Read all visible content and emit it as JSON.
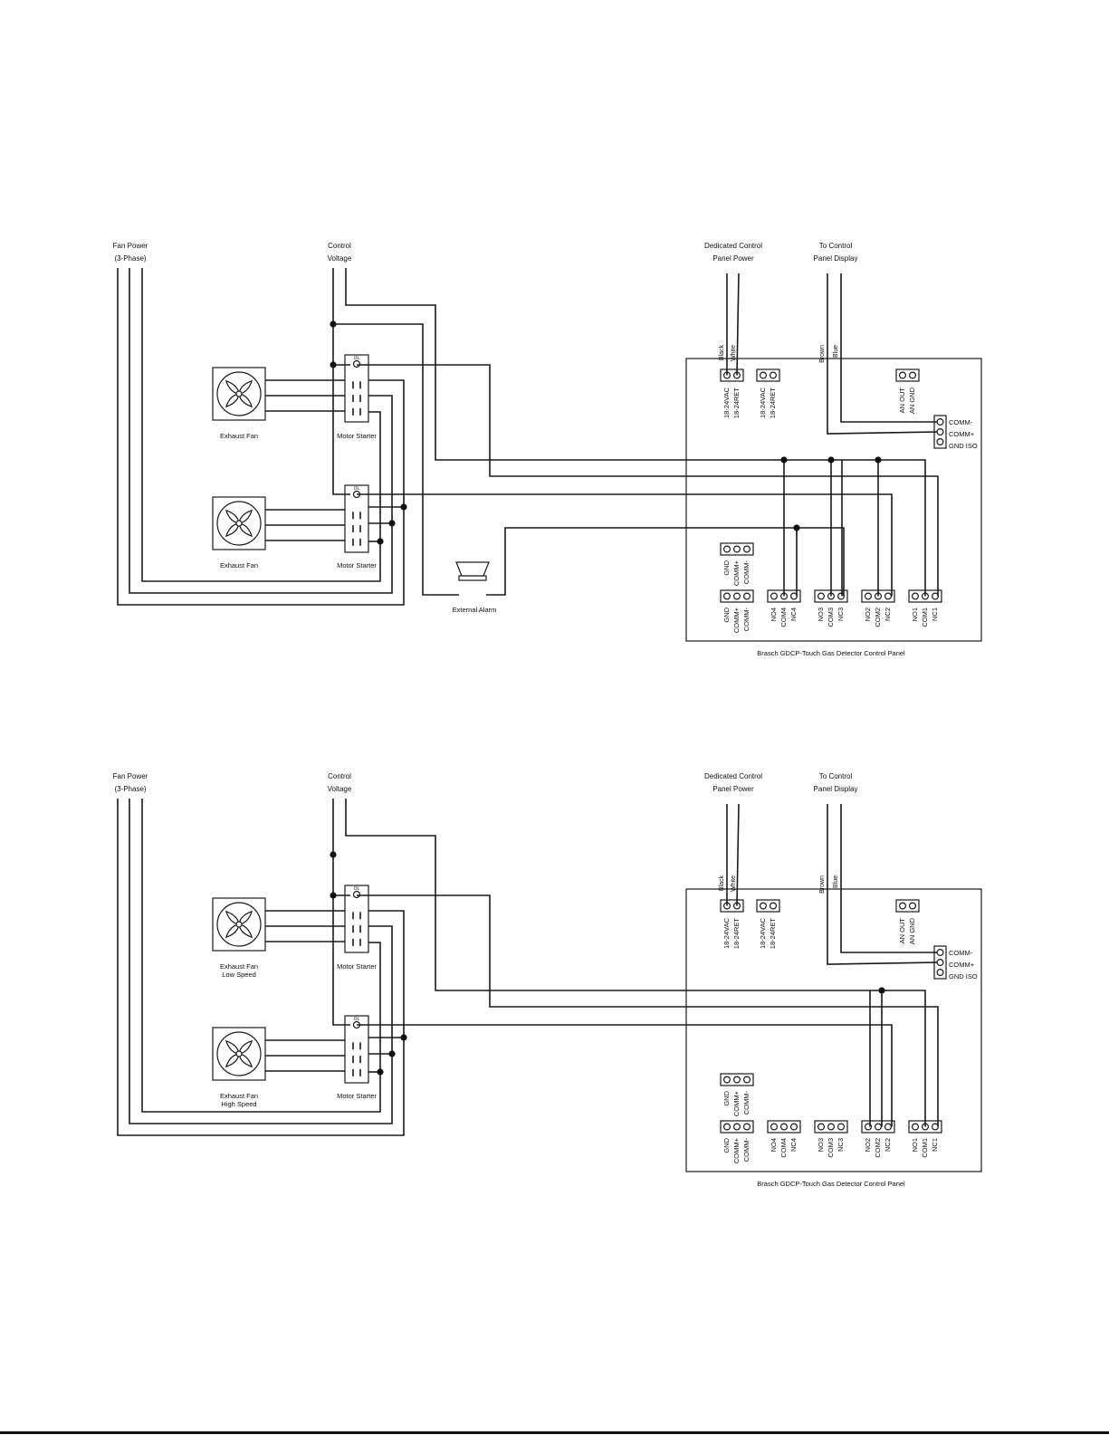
{
  "diagrams": [
    {
      "fan_power": [
        "Fan Power",
        "(3-Phase)"
      ],
      "control_voltage": [
        "Control",
        "Voltage"
      ],
      "dedicated_power": [
        "Dedicated Control",
        "Panel Power"
      ],
      "to_display": [
        "To Control",
        "Panel Display"
      ],
      "power_wires": [
        "Black",
        "White"
      ],
      "display_wires": [
        "Brown",
        "Blue"
      ],
      "fan_labels": [
        [
          "Exhaust Fan"
        ],
        [
          "Exhaust Fan"
        ]
      ],
      "starter_label": "Motor Starter",
      "alarm_label": "External Alarm",
      "panel_title": "Brasch GDCP-Touch Gas Detector Control Panel",
      "pwr_terminals": [
        "18-24VAC",
        "18-24RET"
      ],
      "an_terminals": [
        "AN OUT",
        "AN GND"
      ],
      "comm_side": [
        "COMM-",
        "COMM+",
        "GND ISO"
      ],
      "comm_bottom": [
        "GND",
        "COMM+",
        "COMM-"
      ],
      "relays": [
        [
          "NO4",
          "COM4",
          "NC4"
        ],
        [
          "NO3",
          "COM3",
          "NC3"
        ],
        [
          "NO2",
          "COM2",
          "NC2"
        ],
        [
          "NO1",
          "COM1",
          "NC1"
        ]
      ]
    },
    {
      "fan_power": [
        "Fan Power",
        "(3-Phase)"
      ],
      "control_voltage": [
        "Control",
        "Voltage"
      ],
      "dedicated_power": [
        "Dedicated Control",
        "Panel Power"
      ],
      "to_display": [
        "To Control",
        "Panel Display"
      ],
      "power_wires": [
        "Black",
        "White"
      ],
      "display_wires": [
        "Brown",
        "Blue"
      ],
      "fan_labels": [
        [
          "Exhaust Fan",
          "Low Speed"
        ],
        [
          "Exhaust Fan",
          "High Speed"
        ]
      ],
      "starter_label": "Motor Starter",
      "panel_title": "Brasch GDCP-Touch Gas Detector Control Panel",
      "pwr_terminals": [
        "18-24VAC",
        "18-24RET"
      ],
      "an_terminals": [
        "AN OUT",
        "AN GND"
      ],
      "comm_side": [
        "COMM-",
        "COMM+",
        "GND ISO"
      ],
      "comm_bottom": [
        "GND",
        "COMM+",
        "COMM-"
      ],
      "relays": [
        [
          "NO4",
          "COM4",
          "NC4"
        ],
        [
          "NO3",
          "COM3",
          "NC3"
        ],
        [
          "NO2",
          "COM2",
          "NC2"
        ],
        [
          "NO1",
          "COM1",
          "NC1"
        ]
      ]
    }
  ]
}
